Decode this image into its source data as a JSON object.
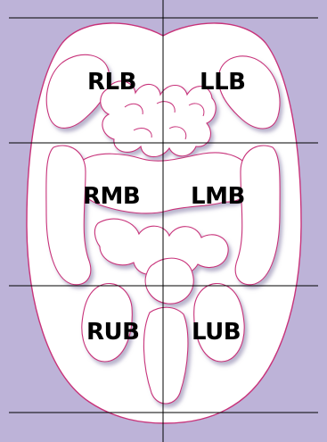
{
  "regions": {
    "rlb": "RLB",
    "llb": "LLB",
    "rmb": "RMB",
    "lmb": "LMB",
    "rub": "RUB",
    "lub": "LUB"
  },
  "colors": {
    "background": "#bdb3d8",
    "organ_fill": "#ffffff",
    "organ_outline": "#c8337a",
    "grid_lines": "#000000",
    "shadow": "#9e95bd"
  }
}
